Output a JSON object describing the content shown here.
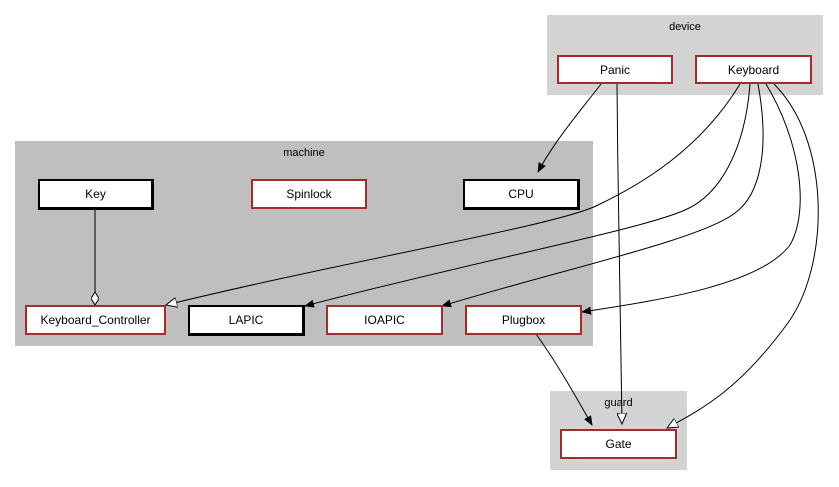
{
  "clusters": {
    "device": "device",
    "machine": "machine",
    "guard": "guard"
  },
  "nodes": {
    "panic": "Panic",
    "keyboard": "Keyboard",
    "key": "Key",
    "spinlock": "Spinlock",
    "cpu": "CPU",
    "keyboard_controller": "Keyboard_Controller",
    "lapic": "LAPIC",
    "ioapic": "IOAPIC",
    "plugbox": "Plugbox",
    "gate": "Gate"
  },
  "colors": {
    "cluster_fill": "#d3d3d3",
    "machine_fill": "#bfbfbf",
    "documented_border": "#a52a2a",
    "undocumented_border": "#000000",
    "edge": "#000000"
  }
}
